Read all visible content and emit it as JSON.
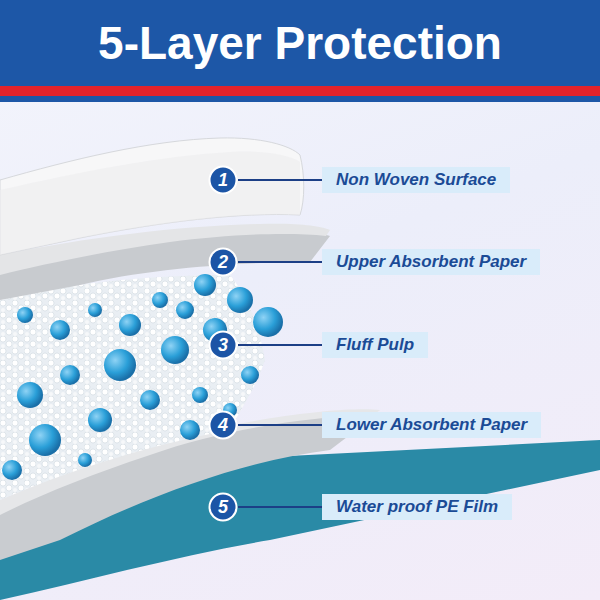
{
  "diagram": {
    "title": "5-Layer Protection",
    "nodes": [
      {
        "text": [
          "1"
        ]
      },
      {
        "text": [
          "Non Woven Surface"
        ]
      },
      {
        "text": [
          "2"
        ]
      },
      {
        "text": [
          "Upper Absorbent Paper"
        ]
      },
      {
        "text": [
          "3"
        ]
      },
      {
        "text": [
          "Fluff Pulp"
        ]
      },
      {
        "text": [
          "4"
        ]
      },
      {
        "text": [
          "Lower Absorbent Paper"
        ]
      },
      {
        "text": [
          "5"
        ]
      },
      {
        "text": [
          "Water proof PE Film"
        ]
      }
    ],
    "edges": [
      {
        "from": 0,
        "to": 1,
        "arrow": "none"
      },
      {
        "from": 2,
        "to": 3,
        "arrow": "none"
      },
      {
        "from": 4,
        "to": 5,
        "arrow": "none"
      },
      {
        "from": 6,
        "to": 7,
        "arrow": "none"
      },
      {
        "from": 8,
        "to": 9,
        "arrow": "none"
      }
    ]
  }
}
